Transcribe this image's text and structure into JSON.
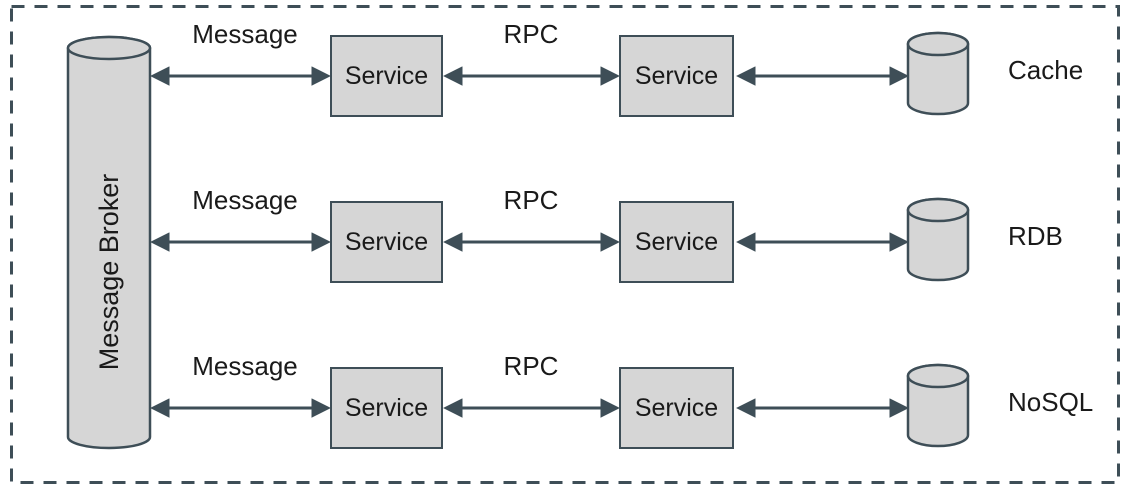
{
  "colors": {
    "stroke": "#3E4E57",
    "shape_fill": "#D6D6D6",
    "text": "#1A1A1A",
    "bg": "#FFFFFF"
  },
  "broker": {
    "label": "Message Broker"
  },
  "rows": [
    {
      "message_label": "Message",
      "rpc_label": "RPC",
      "service_left": "Service",
      "service_right": "Service",
      "datastore": "Cache"
    },
    {
      "message_label": "Message",
      "rpc_label": "RPC",
      "service_left": "Service",
      "service_right": "Service",
      "datastore": "RDB"
    },
    {
      "message_label": "Message",
      "rpc_label": "RPC",
      "service_left": "Service",
      "service_right": "Service",
      "datastore": "NoSQL"
    }
  ]
}
